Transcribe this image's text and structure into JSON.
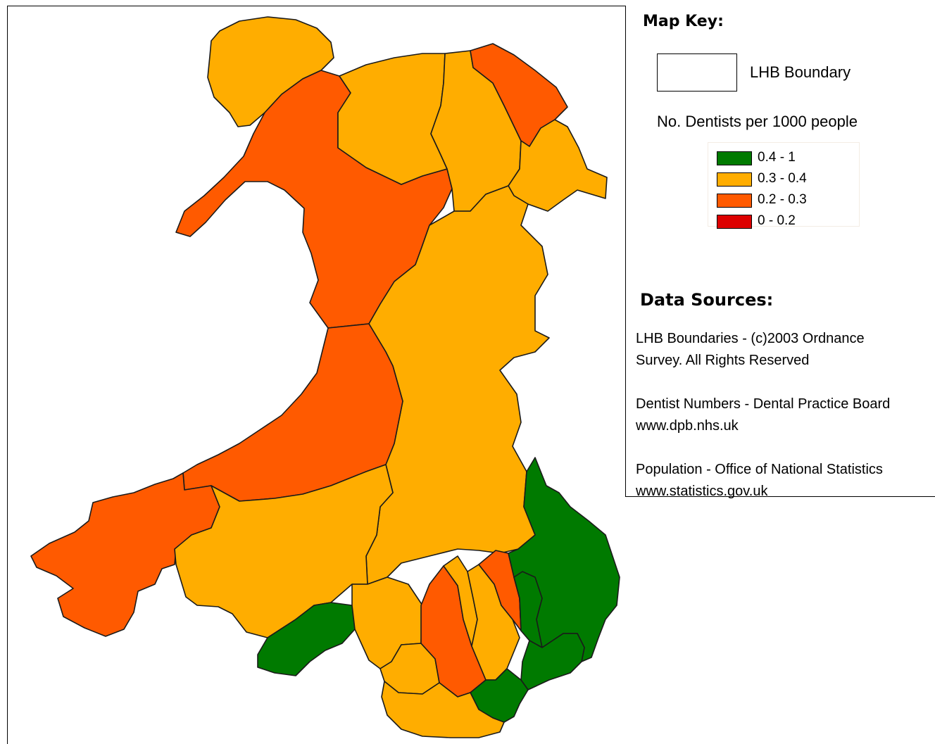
{
  "map": {
    "colors": {
      "green": "#007a00",
      "yellow": "#ffad00",
      "orange": "#ff5a00",
      "red": "#dd0000",
      "outline": "#1a1a1a"
    },
    "regions": [
      {
        "category": "0.3 - 0.4",
        "color": "#ffad00"
      },
      {
        "category": "0.2 - 0.3",
        "color": "#ff5a00"
      },
      {
        "category": "0.4 - 1",
        "color": "#007a00"
      }
    ]
  },
  "key": {
    "title": "Map Key:",
    "boundary_label": "LHB Boundary",
    "subtitle": "No. Dentists per 1000 people",
    "legend": [
      {
        "label": "0.4 - 1",
        "color": "#007a00"
      },
      {
        "label": "0.3 - 0.4",
        "color": "#ffad00"
      },
      {
        "label": "0.2 - 0.3",
        "color": "#ff5a00"
      },
      {
        "label": "0 - 0.2",
        "color": "#dd0000"
      }
    ]
  },
  "sources": {
    "title": "Data Sources:",
    "lines": [
      "LHB Boundaries - (c)2003 Ordnance",
      "Survey. All Rights Reserved",
      "Dentist Numbers - Dental Practice Board",
      "www.dpb.nhs.uk",
      "Population - Office of National Statistics",
      "www.statistics.gov.uk"
    ]
  }
}
